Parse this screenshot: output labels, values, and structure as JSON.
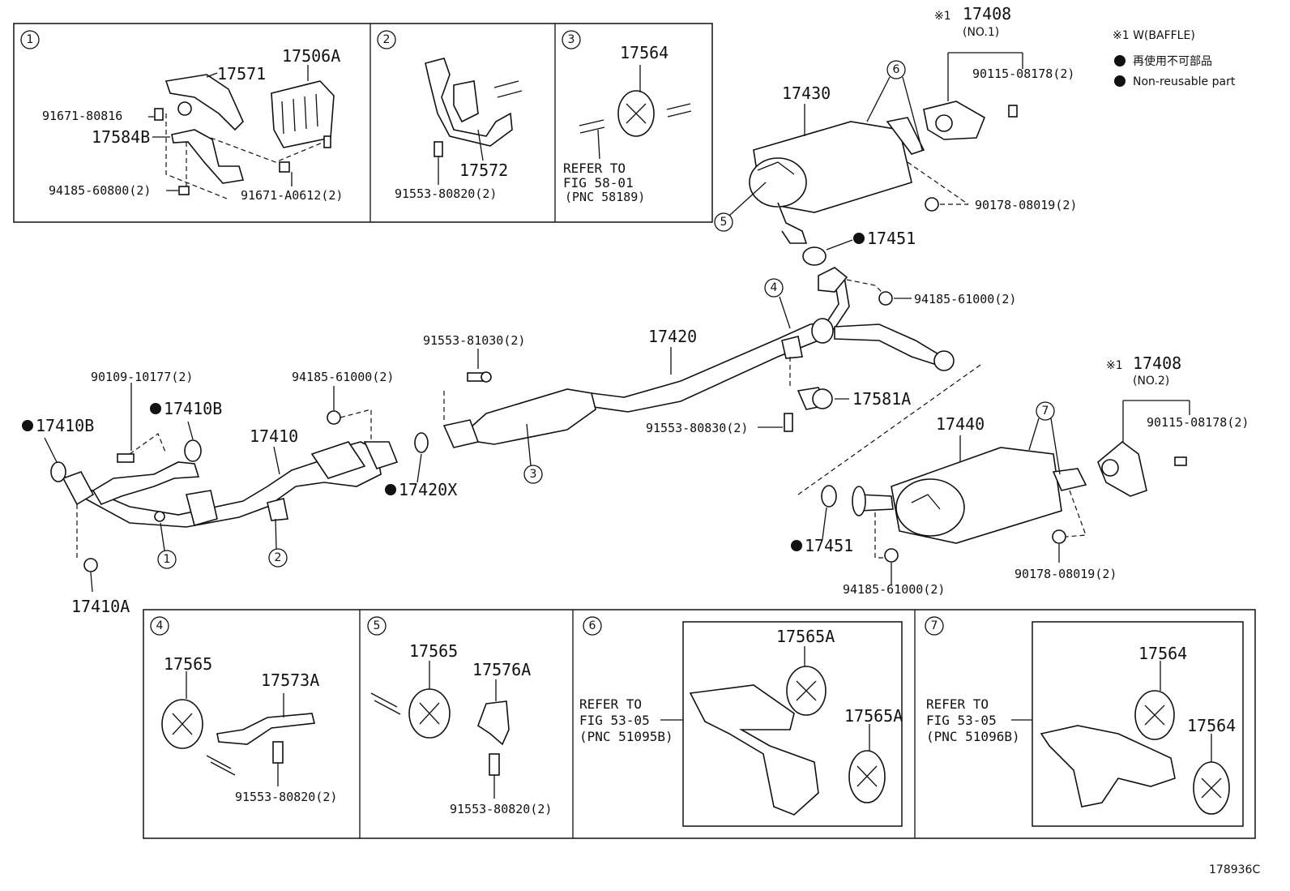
{
  "corner_code": "178936C",
  "legend": {
    "note_mark": "※1",
    "note_text": "※1 W(BAFFLE)",
    "nonreuse_jp": "再使用不可部品",
    "nonreuse_en": "Non-reusable part"
  },
  "panels": {
    "p1": {
      "num": "1",
      "labels": [
        "17571",
        "17506A",
        "91671-80816",
        "17584B",
        "94185-60800(2)",
        "91671-A0612(2)"
      ]
    },
    "p2": {
      "num": "2",
      "labels": [
        "17572",
        "91553-80820(2)"
      ]
    },
    "p3": {
      "num": "3",
      "labels": [
        "17564"
      ],
      "ref": [
        "REFER TO",
        "FIG 58-01",
        "(PNC 58189)"
      ]
    },
    "p4": {
      "num": "4",
      "labels": [
        "17565",
        "17573A",
        "91553-80820(2)"
      ]
    },
    "p5": {
      "num": "5",
      "labels": [
        "17565",
        "17576A",
        "91553-80820(2)"
      ]
    },
    "p6": {
      "num": "6",
      "labels": [
        "17565A",
        "17565A"
      ],
      "ref": [
        "REFER TO",
        "FIG 53-05",
        "(PNC 51095B)"
      ]
    },
    "p7": {
      "num": "7",
      "labels": [
        "17564",
        "17564"
      ],
      "ref": [
        "REFER TO",
        "FIG 53-05",
        "(PNC 51096B)"
      ]
    }
  },
  "main_labels": {
    "n17408_1": "17408",
    "n17408_1_sub": "(NO.1)",
    "n90115_1": "90115-08178(2)",
    "n17430": "17430",
    "n90178_1": "90178-08019(2)",
    "n17451_1": "17451",
    "n94185_1": "94185-61000(2)",
    "n17420": "17420",
    "n91553_81030": "91553-81030(2)",
    "n17581A": "17581A",
    "n91553_80830": "91553-80830(2)",
    "n90109": "90109-10177(2)",
    "n94185_2": "94185-61000(2)",
    "n17410B_1": "17410B",
    "n17410B_2": "17410B",
    "n17410": "17410",
    "n17420X": "17420X",
    "n17410A": "17410A",
    "n17408_2": "17408",
    "n17408_2_sub": "(NO.2)",
    "n90115_2": "90115-08178(2)",
    "n17440": "17440",
    "n17451_2": "17451",
    "n94185_3": "94185-61000(2)",
    "n90178_2": "90178-08019(2)"
  },
  "callouts": [
    "1",
    "2",
    "3",
    "4",
    "5",
    "6",
    "7"
  ]
}
